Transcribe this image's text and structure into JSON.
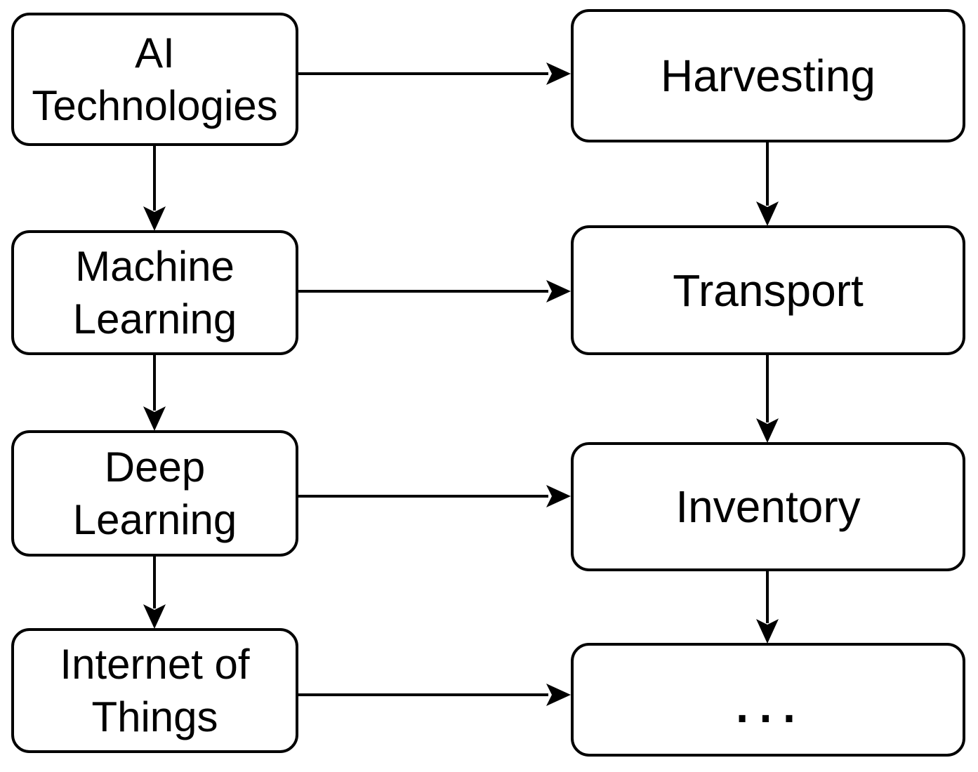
{
  "colors": {
    "background": "#ffffff",
    "node_fill": "#ffffff",
    "node_border": "#000000",
    "arrow": "#000000",
    "text": "#000000"
  },
  "nodes": {
    "ai_technologies": {
      "label": "AI\nTechnologies"
    },
    "machine_learning": {
      "label": "Machine\nLearning"
    },
    "deep_learning": {
      "label": "Deep\nLearning"
    },
    "internet_of_things": {
      "label": "Internet of\nThings"
    },
    "harvesting": {
      "label": "Harvesting"
    },
    "transport": {
      "label": "Transport"
    },
    "inventory": {
      "label": "Inventory"
    },
    "ellipsis": {
      "label": "..."
    }
  },
  "edges": [
    {
      "from": "ai_technologies",
      "to": "harvesting"
    },
    {
      "from": "machine_learning",
      "to": "transport"
    },
    {
      "from": "deep_learning",
      "to": "inventory"
    },
    {
      "from": "internet_of_things",
      "to": "ellipsis"
    },
    {
      "from": "ai_technologies",
      "to": "machine_learning"
    },
    {
      "from": "machine_learning",
      "to": "deep_learning"
    },
    {
      "from": "deep_learning",
      "to": "internet_of_things"
    },
    {
      "from": "harvesting",
      "to": "transport"
    },
    {
      "from": "transport",
      "to": "inventory"
    },
    {
      "from": "inventory",
      "to": "ellipsis"
    }
  ]
}
